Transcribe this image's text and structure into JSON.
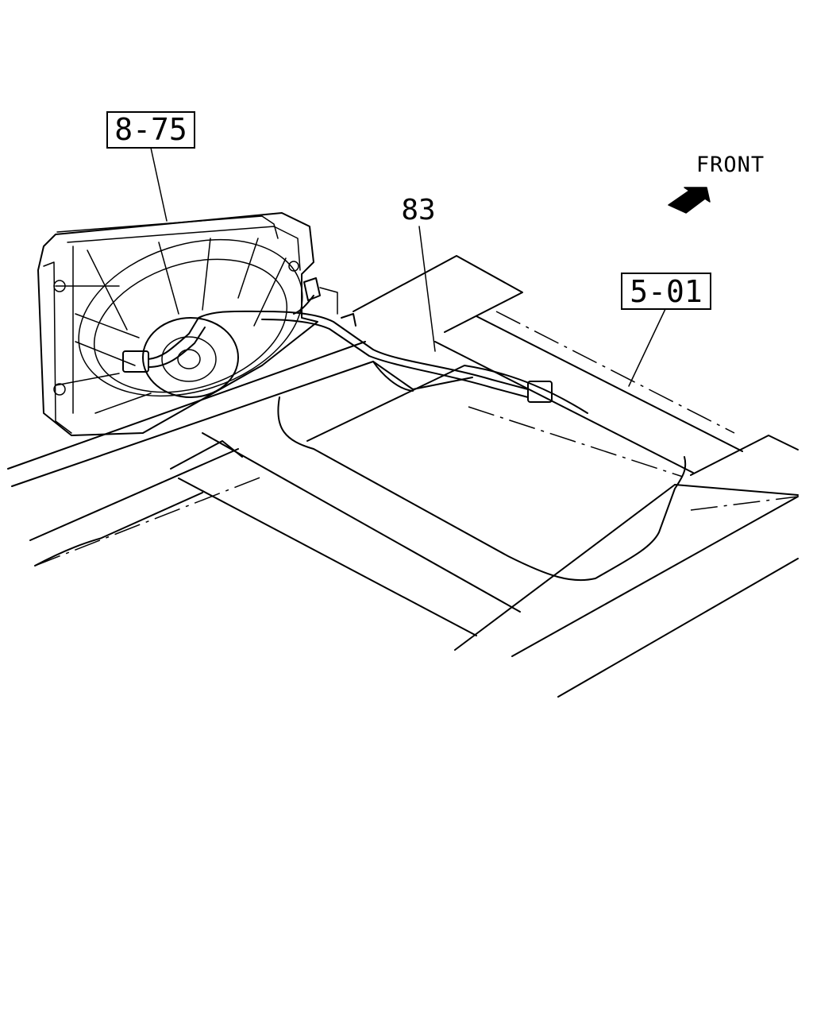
{
  "diagram": {
    "ref_labels": [
      {
        "id": "fan-assembly",
        "text": "8-75"
      },
      {
        "id": "frame",
        "text": "5-01"
      }
    ],
    "callouts": [
      {
        "id": "harness",
        "text": "83"
      }
    ],
    "direction": {
      "text": "FRONT",
      "icon": "arrow-icon"
    },
    "colors": {
      "line": "#000000",
      "background": "#ffffff"
    }
  }
}
